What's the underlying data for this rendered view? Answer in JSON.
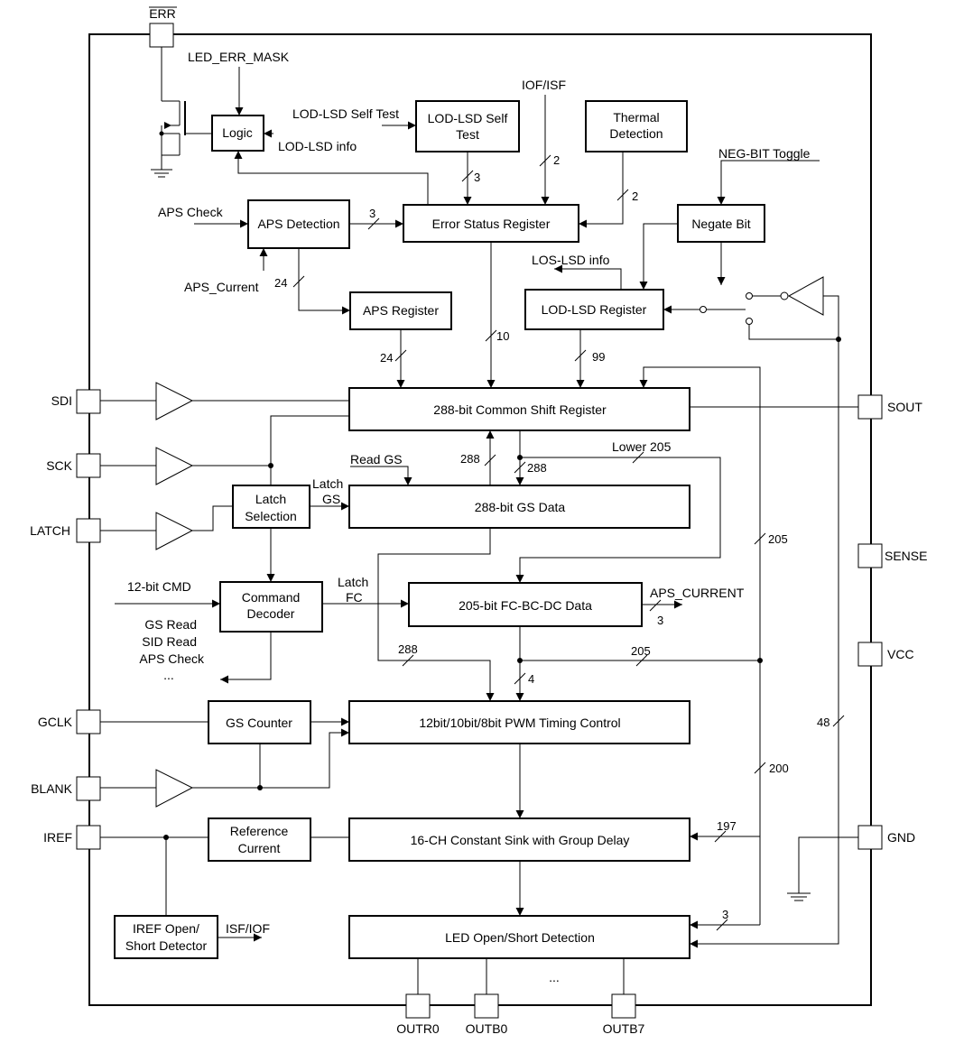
{
  "pins": {
    "err": "ERR",
    "sdi": "SDI",
    "sck": "SCK",
    "latch": "LATCH",
    "gclk": "GCLK",
    "blank": "BLANK",
    "iref": "IREF",
    "sout": "SOUT",
    "sense": "SENSE",
    "vcc": "VCC",
    "gnd": "GND",
    "outr0": "OUTR0",
    "outb0": "OUTB0",
    "outb7": "OUTB7"
  },
  "blocks": {
    "logic": "Logic",
    "lodlsd_selftest": [
      "LOD-LSD Self",
      "Test"
    ],
    "thermal": [
      "Thermal",
      "Detection"
    ],
    "error_status": "Error Status Register",
    "aps_detection": "APS Detection",
    "negate_bit": "Negate Bit",
    "aps_register": "APS Register",
    "lodlsd_register": "LOD-LSD Register",
    "shift_register": "288-bit Common Shift Register",
    "gs_data": "288-bit GS Data",
    "latch_selection": [
      "Latch",
      "Selection"
    ],
    "command_decoder": [
      "Command",
      "Decoder"
    ],
    "fc_data": "205-bit FC-BC-DC Data",
    "gs_counter": "GS Counter",
    "pwm": "12bit/10bit/8bit PWM Timing Control",
    "reference_current": [
      "Reference",
      "Current"
    ],
    "constant_sink": "16-CH Constant Sink with Group Delay",
    "iref_detector": [
      "IREF Open/",
      "Short Detector"
    ],
    "led_detection": "LED Open/Short Detection"
  },
  "signals": {
    "led_err_mask": "LED_ERR_MASK",
    "lodlsd_selftest_in": "LOD-LSD Self Test",
    "lodlsd_info": "LOD-LSD info",
    "iof_isf": "IOF/ISF",
    "neg_bit_toggle": "NEG-BIT Toggle",
    "aps_check": "APS Check",
    "aps_current_in": "APS_Current",
    "los_lsd_info": "LOS-LSD info",
    "read_gs": "Read GS",
    "lower_205": "Lower 205",
    "latch_gs": [
      "Latch",
      "GS"
    ],
    "latch_fc": [
      "Latch",
      "FC"
    ],
    "cmd_12bit": "12-bit CMD",
    "decoder_outputs": [
      "GS Read",
      "SID Read",
      "APS Check",
      "..."
    ],
    "aps_current_out": "APS_CURRENT",
    "isf_iof": "ISF/IOF",
    "ellipsis": "..."
  },
  "bus_widths": {
    "selftest_to_esr": "3",
    "iof_isf": "2",
    "thermal": "2",
    "aps_det_to_esr": "3",
    "aps_current": "24",
    "esr_out": "10",
    "aps_reg_out": "24",
    "lodlsd_out": "99",
    "shift_to_gs_up": "288",
    "shift_to_gs_down": "288",
    "lower": "205",
    "fc_right": "205",
    "gs_to_pwm": "288",
    "fc_to_pwm": "4",
    "aps_current_out": "3",
    "sense_48": "48",
    "right_200": "200",
    "to_sink": "197",
    "to_led_det": "3"
  }
}
